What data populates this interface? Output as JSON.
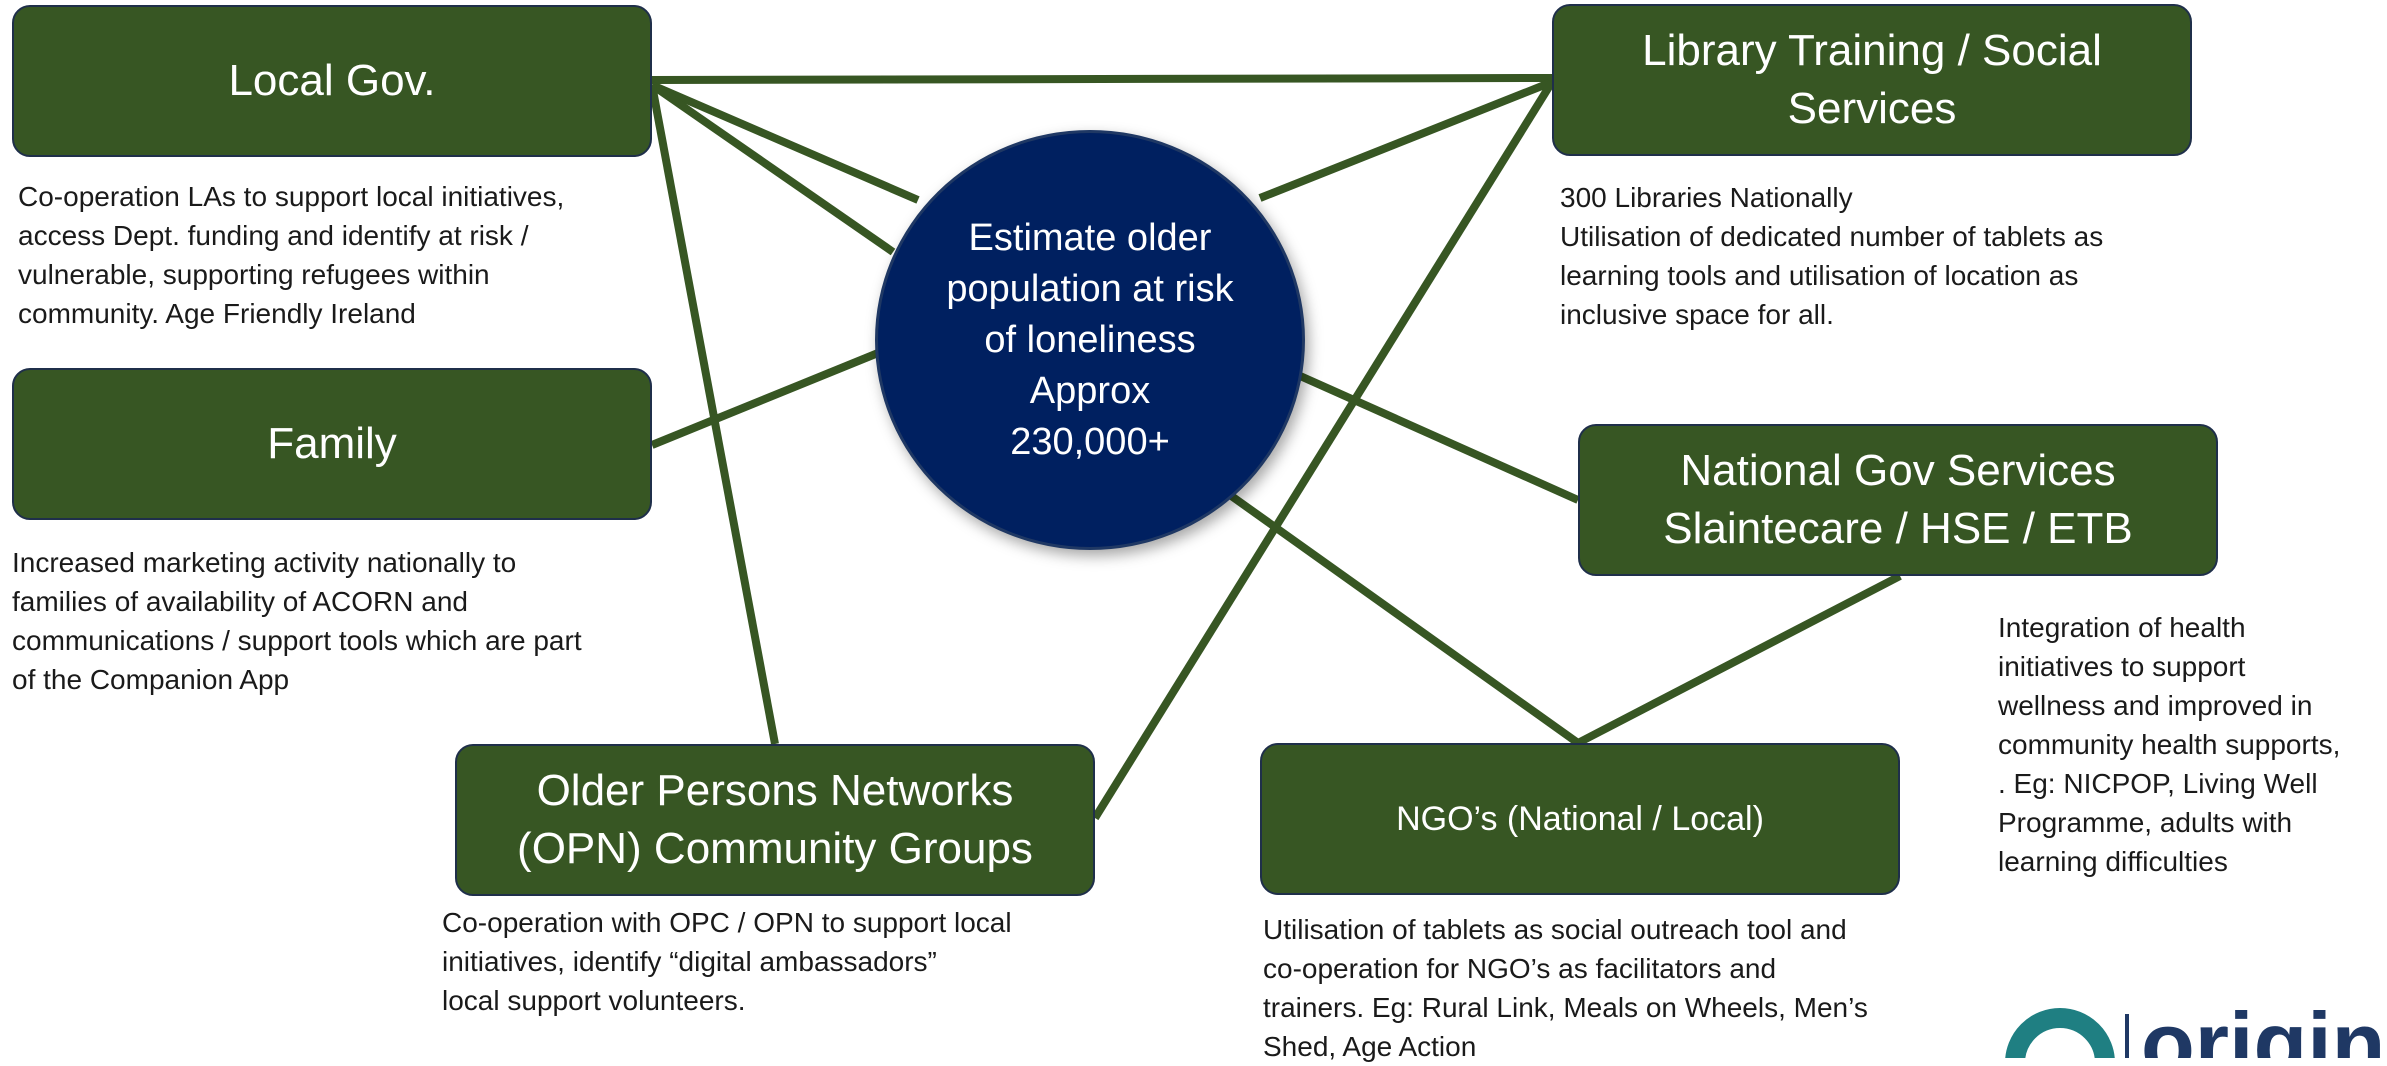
{
  "colors": {
    "node_fill": "#375623",
    "node_border": "#1f2f4a",
    "center_fill": "#002060",
    "connector": "#375623",
    "logo_teal": "#1f7f82",
    "logo_navy": "#1f3864"
  },
  "center": {
    "text": "Estimate older population at risk of loneliness Approx 230,000+"
  },
  "nodes": {
    "local_gov": {
      "title": "Local Gov.",
      "description": "Co-operation LAs to support local initiatives,\naccess Dept. funding and identify at risk /\nvulnerable, supporting refugees within\ncommunity. Age Friendly Ireland"
    },
    "family": {
      "title": "Family",
      "description": "Increased marketing activity nationally to\nfamilies of availability of ACORN and\ncommunications / support tools which are part\nof the Companion App"
    },
    "opn": {
      "title": "Older Persons Networks (OPN) Community Groups",
      "description": "Co-operation with OPC / OPN to support local\ninitiatives, identify “digital ambassadors”\nlocal support volunteers."
    },
    "library": {
      "title": "Library Training / Social Services",
      "description": "300 Libraries Nationally\nUtilisation of dedicated number of tablets as\nlearning tools and utilisation of location as\ninclusive space for all."
    },
    "national_gov": {
      "title": "National Gov Services Slaintecare / HSE / ETB",
      "description": "Integration of health\ninitiatives to support\nwellness and improved in\ncommunity health supports,\n.  Eg: NICPOP, Living Well\nProgramme, adults with\nlearning difficulties"
    },
    "ngo": {
      "title": "NGO’s (National / Local)",
      "description": "Utilisation of tablets as social outreach tool and\nco-operation for NGO’s as facilitators and\ntrainers.  Eg: Rural Link, Meals on Wheels, Men’s\nShed, Age Action"
    }
  },
  "connections": [
    [
      "local_gov",
      "library"
    ],
    [
      "local_gov",
      "center"
    ],
    [
      "local_gov",
      "center"
    ],
    [
      "local_gov",
      "opn"
    ],
    [
      "family",
      "center"
    ],
    [
      "library",
      "center"
    ],
    [
      "library",
      "opn"
    ],
    [
      "center",
      "national_gov"
    ],
    [
      "center",
      "ngo"
    ],
    [
      "national_gov",
      "ngo"
    ]
  ],
  "logo": {
    "text": "origin"
  }
}
